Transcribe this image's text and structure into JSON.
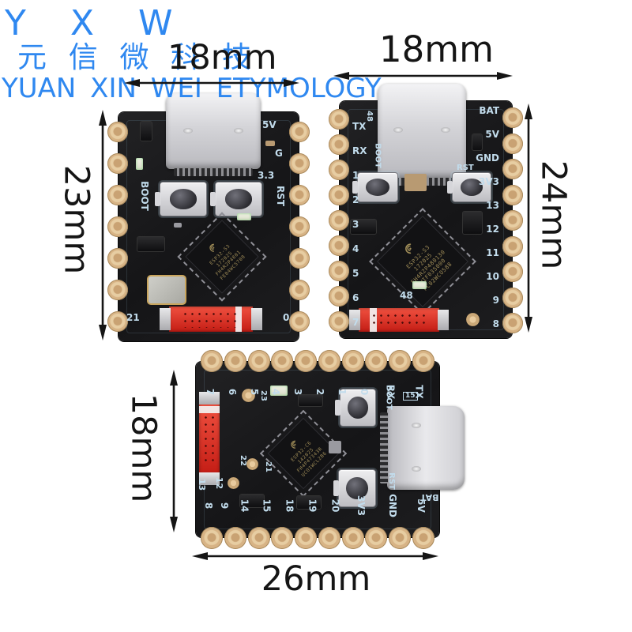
{
  "watermark": {
    "line1": "Y X W",
    "line2": "元 信 微 科 技",
    "line3": "YUAN XIN WEI ETYMOLOGY",
    "color": "#2f88f0"
  },
  "dimensions": {
    "b1_width": "18mm",
    "b1_height": "23mm",
    "b2_width": "18mm",
    "b2_height": "24mm",
    "b3_height": "18mm",
    "b3_width": "26mm"
  },
  "board1": {
    "label_5v": "5V",
    "label_g": "G",
    "label_33": "3.3",
    "label_rst": "RST",
    "label_boot": "BOOT",
    "label_21": "21",
    "label_0": "0",
    "chip_lines": [
      "ESP32-S3",
      "172025",
      "FH4R2P4801",
      "FE04WC5708"
    ]
  },
  "board2": {
    "pin_labels_left": [
      "TX",
      "RX",
      "1",
      "2",
      "3",
      "4",
      "5",
      "6",
      "7"
    ],
    "pin_labels_right": [
      "BAT",
      "5V",
      "GND",
      "3V3",
      "13",
      "12",
      "11",
      "10",
      "9",
      "8"
    ],
    "label_boot": "BOOT",
    "label_rst": "RST",
    "label_48_top": "48",
    "label_48_led": "48",
    "chip_lines": [
      "ESP32-S3",
      "172025",
      "FH4R2P480130",
      "WIF035000",
      "FC02WCO588"
    ]
  },
  "board3": {
    "pin_labels_top": [
      "7",
      "6",
      "5",
      "4",
      "3",
      "2",
      "1",
      "0",
      "RX",
      "TX"
    ],
    "pin_labels_bottom": [
      "8",
      "9",
      "14",
      "15",
      "18",
      "19",
      "20",
      "3V3",
      "GND",
      "5V"
    ],
    "label_13": "13",
    "label_12": "12",
    "label_23": "23",
    "label_22": "22",
    "label_21": "21",
    "label_boot": "BOOT",
    "label_rst": "RST",
    "label_bat": "BAT",
    "label_15": "15",
    "chip_lines": [
      "ESP32-C6",
      "142025",
      "FH4P47343R",
      "UCO1WCL2B6"
    ]
  },
  "colors": {
    "watermark_blue": "#2f88f0",
    "dimension_text": "#151515",
    "pcb_black": "#1a1a1c",
    "pad_gold": "#d9b88c",
    "connector_red": "#d8281e",
    "silkscreen": "#c2dcec",
    "usb_silver": "#d6d6da"
  }
}
